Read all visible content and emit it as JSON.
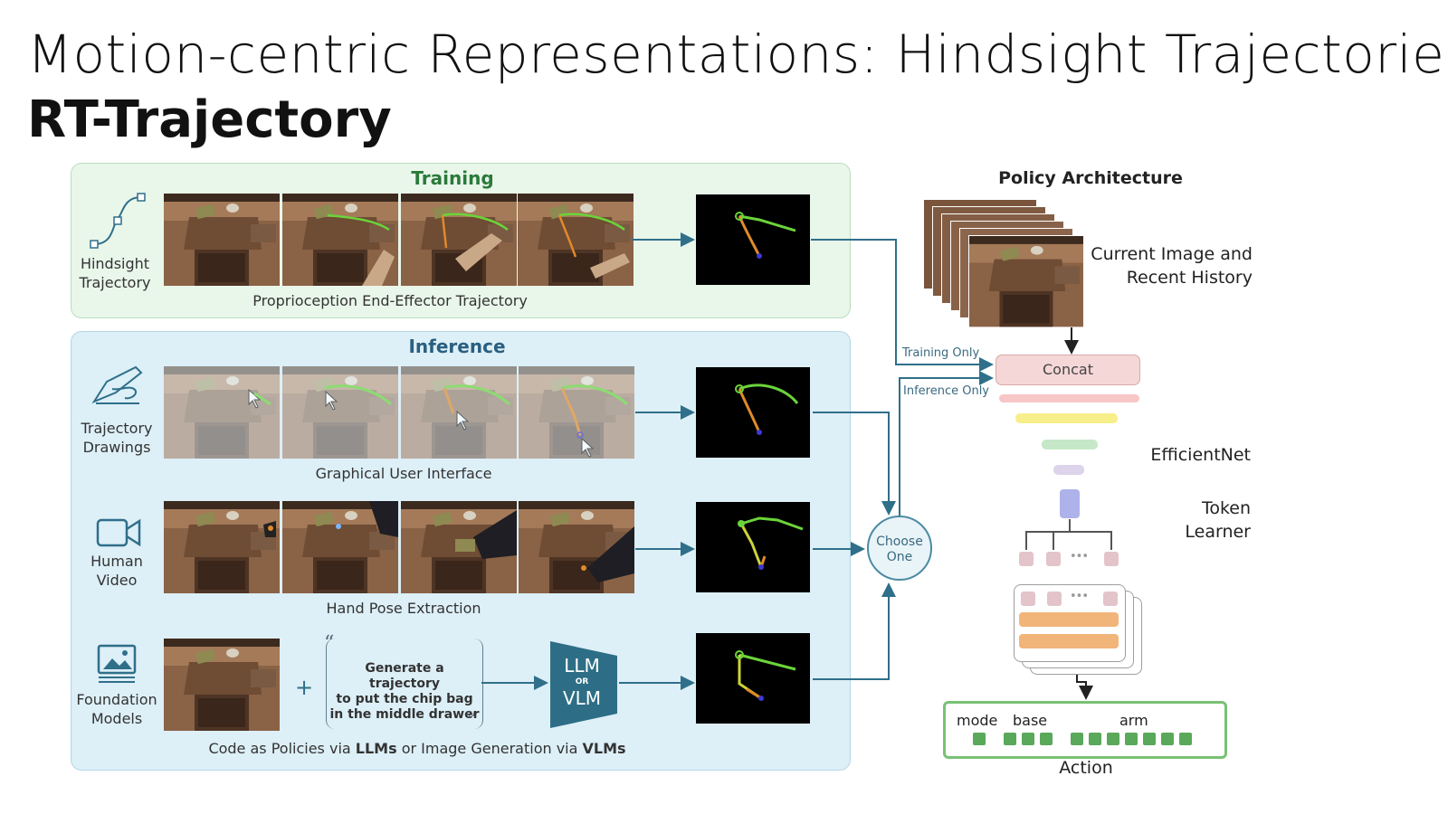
{
  "slide": {
    "title": "Motion-centric Representations: Hindsight Trajectories",
    "subtitle": "RT-Trajectory"
  },
  "training": {
    "title": "Training",
    "side_label_line1": "Hindsight",
    "side_label_line2": "Trajectory",
    "caption": "Proprioception End-Effector Trajectory"
  },
  "inference": {
    "title": "Inference",
    "rows": [
      {
        "label_line1": "Trajectory",
        "label_line2": "Drawings",
        "caption": "Graphical User Interface",
        "icon": "drawing-hand-icon"
      },
      {
        "label_line1": "Human",
        "label_line2": "Video",
        "caption": "Hand Pose Extraction",
        "icon": "video-camera-icon"
      },
      {
        "label_line1": "Foundation",
        "label_line2": "Models",
        "icon": "image-icon"
      }
    ],
    "foundation_caption": {
      "part1": "Code as Policies via ",
      "bold1": "LLMs",
      "part2": " or Image Generation via ",
      "bold2": "VLMs"
    },
    "plus": "+",
    "prompt_line1": "Generate a trajectory",
    "prompt_line2": "to put the chip bag",
    "prompt_line3": "in the middle drawer",
    "open_quote": "“",
    "close_quote": "”",
    "llm_label": "LLM",
    "or_label": "OR",
    "vlm_label": "VLM"
  },
  "choose": {
    "line1": "Choose",
    "line2": "One"
  },
  "arrows": {
    "training_only": "Training Only",
    "inference_only": "Inference Only"
  },
  "policy": {
    "title": "Policy Architecture",
    "history_line1": "Current Image and",
    "history_line2": "Recent History",
    "concat": "Concat",
    "efficientnet": "EfficientNet",
    "token_line1": "Token",
    "token_line2": "Learner",
    "dots": "•••",
    "action_mode": "mode",
    "action_base": "base",
    "action_arm": "arm",
    "action_caption": "Action"
  },
  "colors": {
    "training_panel": "#e9f6ea",
    "inference_panel": "#ddeff7",
    "arrow": "#2f6f8a",
    "trajectory_green": "#6bd43a",
    "trajectory_orange": "#e08a2a",
    "action_green": "#5aa85a"
  }
}
